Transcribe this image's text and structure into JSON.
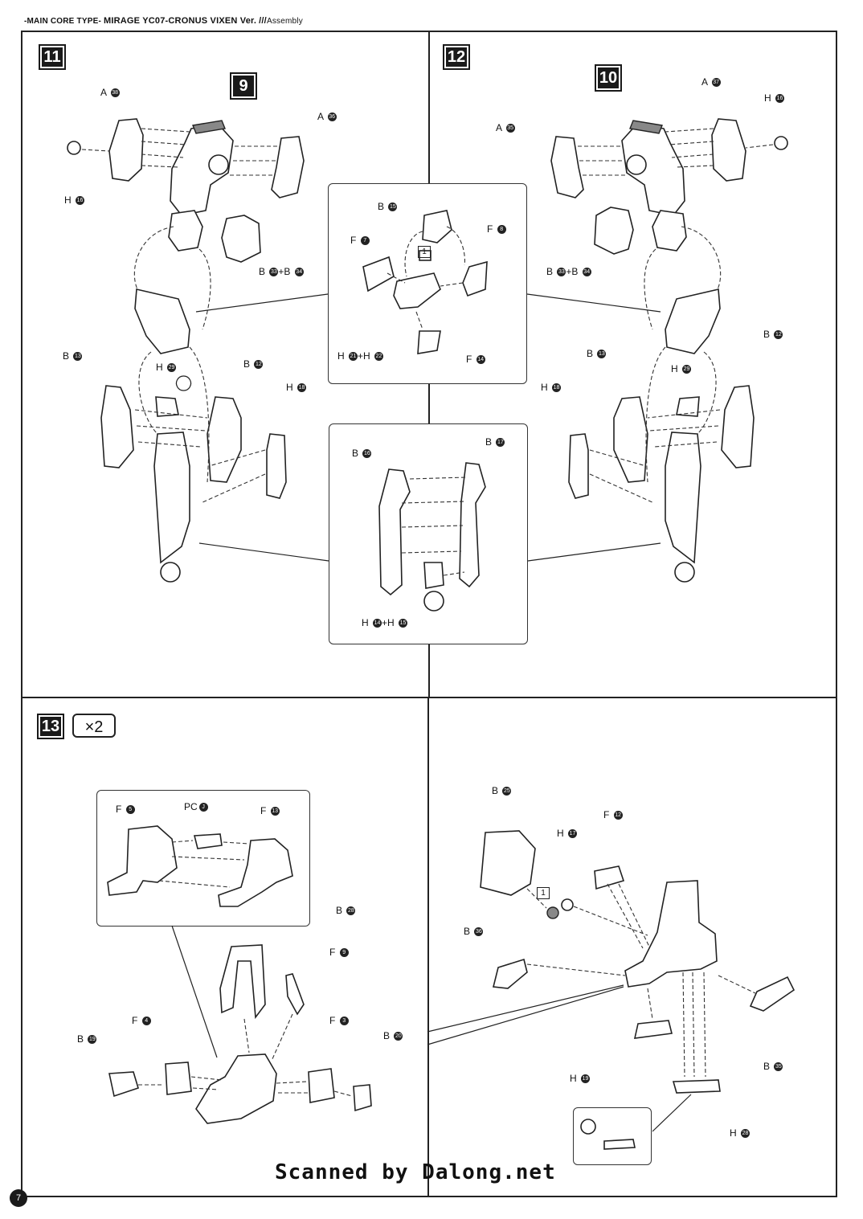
{
  "header": {
    "series": "-MAIN CORE TYPE-",
    "model": "MIRAGE YC07-CRONUS VIXEN Ver.",
    "version_mark": "///",
    "section": "Assembly"
  },
  "steps": {
    "s11": {
      "num": "11",
      "ref": "9"
    },
    "s12": {
      "num": "12",
      "ref": "10"
    },
    "s13": {
      "num": "13",
      "qty": "×2"
    }
  },
  "labels": {
    "s11_A38": {
      "letter": "A",
      "n": "38"
    },
    "s11_A36": {
      "letter": "A",
      "n": "36"
    },
    "s11_H16": {
      "letter": "H",
      "n": "16"
    },
    "s11_B33": {
      "text": "B  +B",
      "a": "33",
      "b": "34"
    },
    "s11_B13": {
      "letter": "B",
      "n": "13"
    },
    "s11_H29": {
      "letter": "H",
      "n": "29"
    },
    "s11_B12": {
      "letter": "B",
      "n": "12"
    },
    "s11_H18": {
      "letter": "H",
      "n": "18"
    },
    "i1_B15": {
      "letter": "B",
      "n": "15"
    },
    "i1_F7": {
      "letter": "F",
      "n": "7"
    },
    "i1_F8": {
      "letter": "F",
      "n": "8"
    },
    "i1_H21": {
      "text": "H  +H",
      "a": "21",
      "b": "22"
    },
    "i1_F14": {
      "letter": "F",
      "n": "14"
    },
    "i1_step": "1",
    "i2_B16": {
      "letter": "B",
      "n": "16"
    },
    "i2_B17": {
      "letter": "B",
      "n": "17"
    },
    "i2_H14": {
      "text": "H  +H",
      "a": "14",
      "b": "15"
    },
    "s12_A37": {
      "letter": "A",
      "n": "37"
    },
    "s12_H16": {
      "letter": "H",
      "n": "16"
    },
    "s12_A35": {
      "letter": "A",
      "n": "35"
    },
    "s12_B33": {
      "text": "B  +B",
      "a": "33",
      "b": "34"
    },
    "s12_B12": {
      "letter": "B",
      "n": "12"
    },
    "s12_B13": {
      "letter": "B",
      "n": "13"
    },
    "s12_H29": {
      "letter": "H",
      "n": "29"
    },
    "s12_H18": {
      "letter": "H",
      "n": "18"
    },
    "s13_F5": {
      "letter": "F",
      "n": "5"
    },
    "s13_PCJ": {
      "letter": "PC",
      "n": "J"
    },
    "s13_F13": {
      "letter": "F",
      "n": "13"
    },
    "s13_B28": {
      "letter": "B",
      "n": "28"
    },
    "s13_F9": {
      "letter": "F",
      "n": "9"
    },
    "s13_F4": {
      "letter": "F",
      "n": "4"
    },
    "s13_F3": {
      "letter": "F",
      "n": "3"
    },
    "s13_B19": {
      "letter": "B",
      "n": "19"
    },
    "s13_B20": {
      "letter": "B",
      "n": "20"
    },
    "s14_B25": {
      "letter": "B",
      "n": "25"
    },
    "s14_H17": {
      "letter": "H",
      "n": "17"
    },
    "s14_F12": {
      "letter": "F",
      "n": "12"
    },
    "s14_B36": {
      "letter": "B",
      "n": "36"
    },
    "s14_B35": {
      "letter": "B",
      "n": "35"
    },
    "s14_H19": {
      "letter": "H",
      "n": "19"
    },
    "s14_H28": {
      "letter": "H",
      "n": "28"
    },
    "s14_step": "1"
  },
  "footer": {
    "scanned": "Scanned by Dalong.net",
    "page": "7"
  }
}
